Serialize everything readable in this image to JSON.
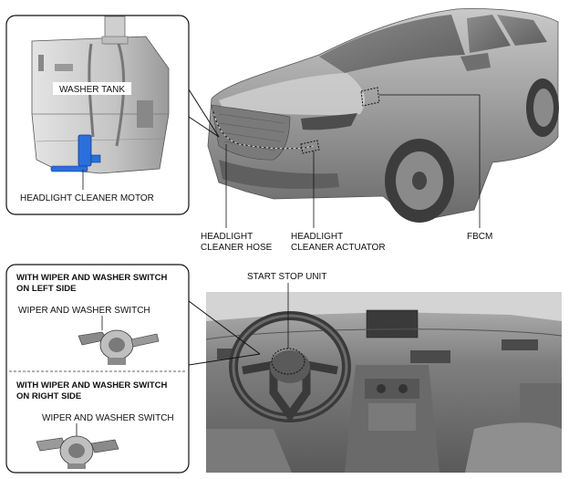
{
  "labels": {
    "washer_tank": "WASHER TANK",
    "headlight_cleaner_motor": "HEADLIGHT CLEANER MOTOR",
    "headlight_cleaner_hose_1": "HEADLIGHT",
    "headlight_cleaner_hose_2": "CLEANER HOSE",
    "headlight_cleaner_actuator_1": "HEADLIGHT",
    "headlight_cleaner_actuator_2": "CLEANER ACTUATOR",
    "fbcm": "FBCM",
    "start_stop_unit": "START STOP UNIT"
  },
  "switch_panel": {
    "left_heading_1": "WITH WIPER AND WASHER SWITCH",
    "left_heading_2": "ON LEFT SIDE",
    "left_switch_label": "WIPER AND WASHER SWITCH",
    "right_heading_1": "WITH WIPER AND WASHER SWITCH",
    "right_heading_2": "ON RIGHT SIDE",
    "right_switch_label": "WIPER AND WASHER SWITCH"
  },
  "colors": {
    "motor_blue": "#2a6fdb",
    "line": "#111111",
    "shade_dark": "#6b6b6b",
    "shade_mid": "#a9a9a9",
    "shade_light": "#d9d9d9"
  }
}
